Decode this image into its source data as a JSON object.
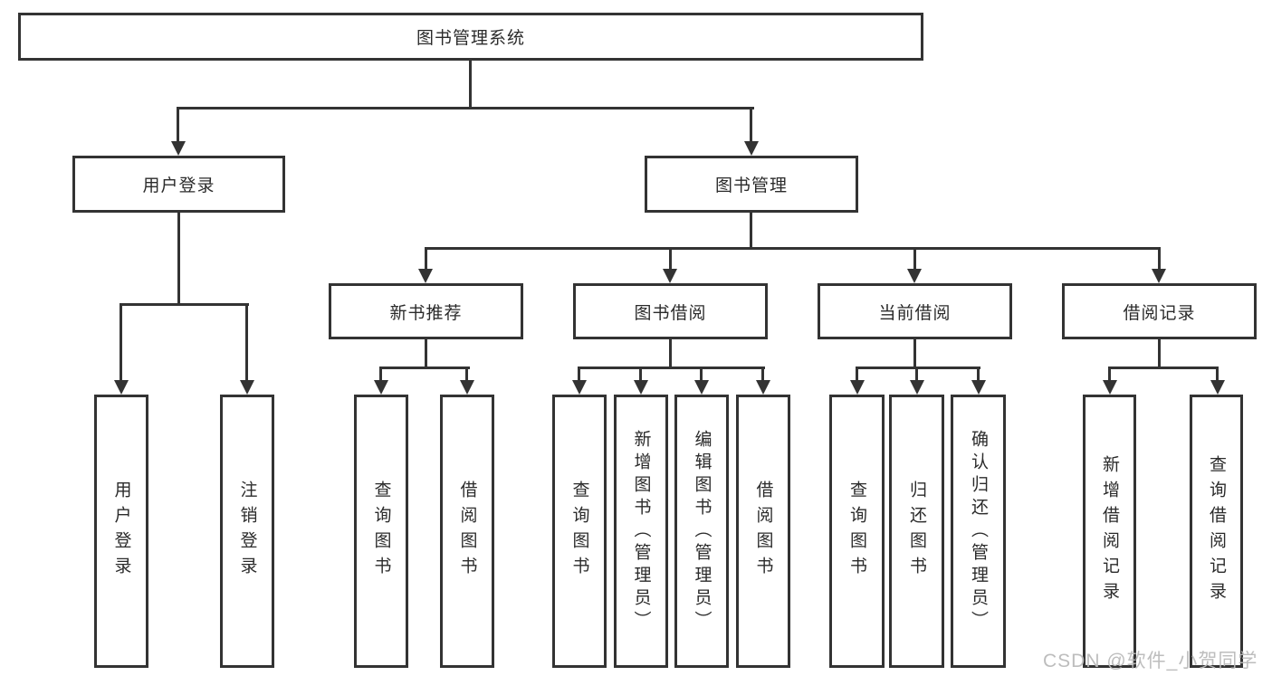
{
  "diagram": {
    "type": "org-tree",
    "root": {
      "label": "图书管理系统"
    },
    "level2": [
      {
        "id": "user-login",
        "label": "用户登录"
      },
      {
        "id": "book-management",
        "label": "图书管理"
      }
    ],
    "level3": [
      {
        "id": "new-book-recommend",
        "label": "新书推荐"
      },
      {
        "id": "book-borrow",
        "label": "图书借阅"
      },
      {
        "id": "current-borrow",
        "label": "当前借阅"
      },
      {
        "id": "borrow-records",
        "label": "借阅记录"
      }
    ],
    "leaves": {
      "user_login": [
        "用户登录",
        "注销登录"
      ],
      "new_book_recommend": [
        "查询图书",
        "借阅图书"
      ],
      "book_borrow": [
        "查询图书",
        "新增图书（管理员）",
        "编辑图书（管理员）",
        "借阅图书"
      ],
      "current_borrow": [
        "查询图书",
        "归还图书",
        "确认归还（管理员）"
      ],
      "borrow_records": [
        "新增借阅记录",
        "查询借阅记录"
      ]
    },
    "colors": {
      "line": "#333333",
      "text": "#2b2b2b",
      "background": "#ffffff",
      "watermark": "#b9b9b9"
    }
  },
  "watermark": {
    "text": "CSDN @软件_小贺同学"
  }
}
